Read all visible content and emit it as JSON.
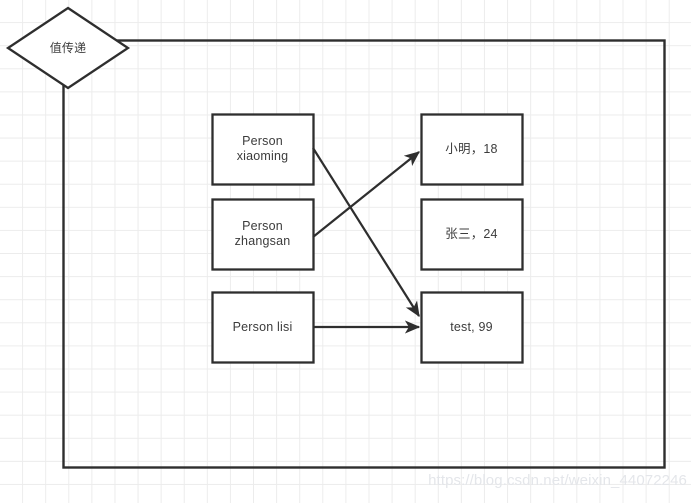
{
  "diagram": {
    "title_shape": {
      "name": "value-passing-diamond",
      "label": "值传递"
    },
    "frame": {
      "name": "outer-frame"
    },
    "left_nodes": [
      {
        "id": "person-xiaoming",
        "label": "Person\nxiaoming"
      },
      {
        "id": "person-zhangsan",
        "label": "Person\nzhangsan"
      },
      {
        "id": "person-lisi",
        "label": "Person lisi"
      }
    ],
    "right_nodes": [
      {
        "id": "xiaoming-value",
        "label": "小明，18"
      },
      {
        "id": "zhangsan-value",
        "label": "张三，24"
      },
      {
        "id": "test-value",
        "label": "test, 99"
      }
    ],
    "edges": [
      {
        "id": "edge-xiaoming-to-test",
        "from": "person-xiaoming",
        "to": "test-value"
      },
      {
        "id": "edge-zhangsan-to-xiaomingvalue",
        "from": "person-zhangsan",
        "to": "xiaoming-value"
      },
      {
        "id": "edge-lisi-to-test",
        "from": "person-lisi",
        "to": "test-value"
      }
    ],
    "colors": {
      "stroke": "#2e2e2e",
      "text": "#3c3c3c",
      "grid": "#ececec",
      "background": "#ffffff",
      "watermark": "#e4e6ea"
    }
  },
  "watermark": {
    "text": "https://blog.csdn.net/weixin_44072246"
  }
}
